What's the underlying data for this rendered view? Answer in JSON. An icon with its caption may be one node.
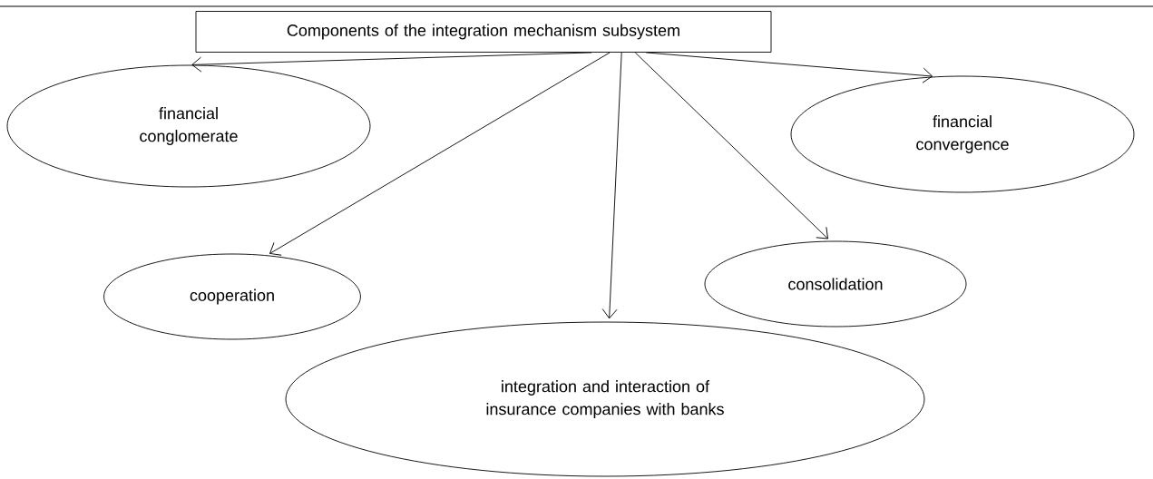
{
  "diagram": {
    "nodes": [
      {
        "text": [
          "Components of the integration mechanism subsystem"
        ]
      },
      {
        "text": [
          "financial conglomerate"
        ]
      },
      {
        "text": [
          "cooperation"
        ]
      },
      {
        "text": [
          "integration and interaction of insurance companies with banks"
        ]
      },
      {
        "text": [
          "consolidation"
        ]
      },
      {
        "text": [
          "financial convergence"
        ]
      }
    ],
    "edges": [
      {
        "from": 0,
        "to": 1,
        "arrow": "to"
      },
      {
        "from": 0,
        "to": 2,
        "arrow": "to"
      },
      {
        "from": 0,
        "to": 3,
        "arrow": "to"
      },
      {
        "from": 0,
        "to": 4,
        "arrow": "to"
      },
      {
        "from": 0,
        "to": 5,
        "arrow": "to"
      }
    ]
  }
}
